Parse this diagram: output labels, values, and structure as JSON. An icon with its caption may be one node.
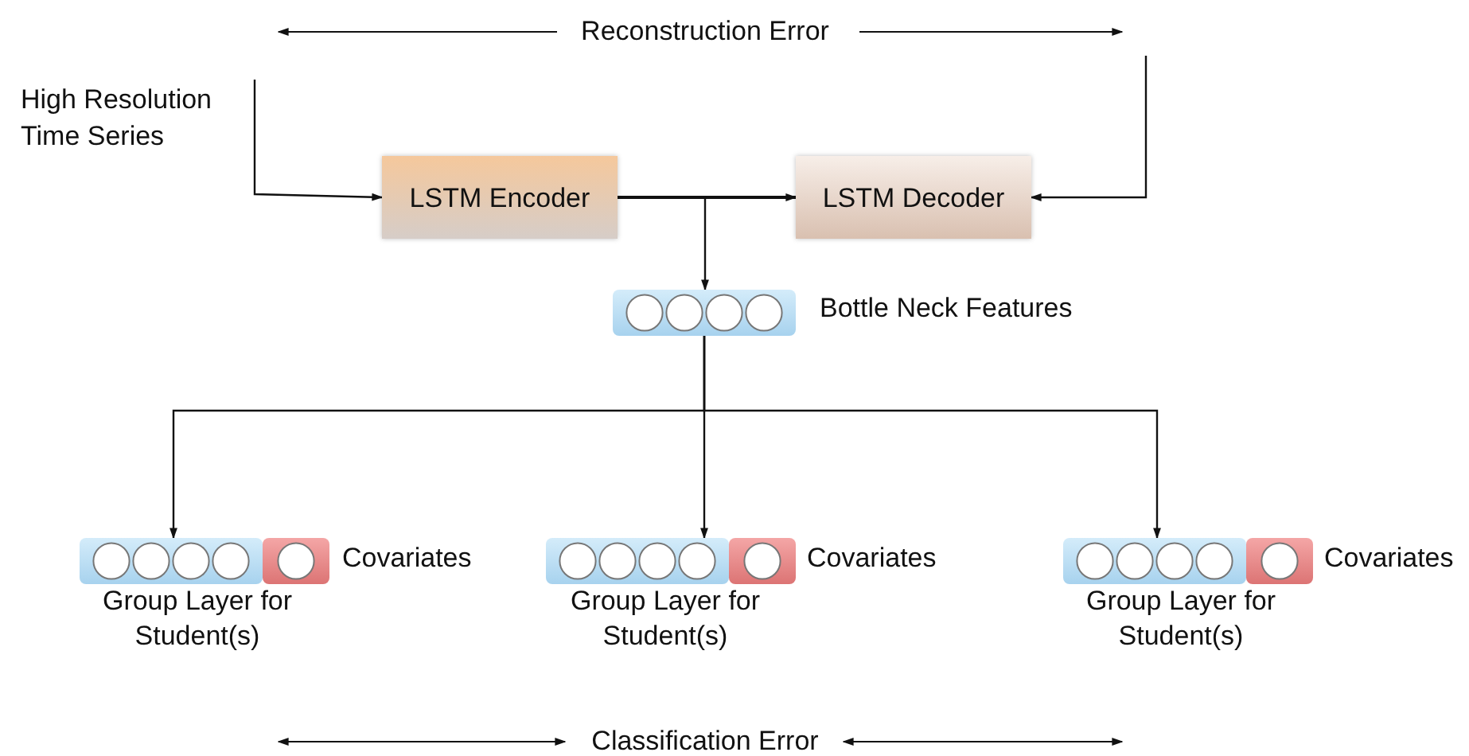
{
  "diagram": {
    "nodes": [
      {
        "text": [
          "High Resolution Time Series"
        ]
      },
      {
        "text": [
          "LSTM Encoder"
        ]
      },
      {
        "text": [
          "LSTM Decoder"
        ]
      },
      {
        "text": [],
        "shape": "bar",
        "beside": [
          "Bottle Neck Features"
        ]
      },
      {
        "text": [],
        "shape": "bar",
        "beside": [
          "Covariates",
          "Group Layer for Student(s)"
        ]
      },
      {
        "text": [],
        "shape": "bar",
        "beside": [
          "Covariates",
          "Group Layer for Student(s)"
        ]
      },
      {
        "text": [],
        "shape": "bar",
        "beside": [
          "Covariates",
          "Group Layer for Student(s)"
        ]
      }
    ],
    "edges": [
      {
        "from": 0,
        "to": 1,
        "arrow": "to"
      },
      {
        "from": 1,
        "to": 2,
        "arrow": "to"
      },
      {
        "from": 1,
        "to": 3,
        "arrow": "to"
      },
      {
        "from": null,
        "to": 2,
        "arrow": "to"
      },
      {
        "from": 3,
        "to": 4,
        "arrow": "to"
      },
      {
        "from": 3,
        "to": 5,
        "arrow": "to"
      },
      {
        "from": 3,
        "to": 6,
        "arrow": "to"
      }
    ],
    "labels": [
      "Reconstruction Error",
      "Classification Error"
    ]
  }
}
